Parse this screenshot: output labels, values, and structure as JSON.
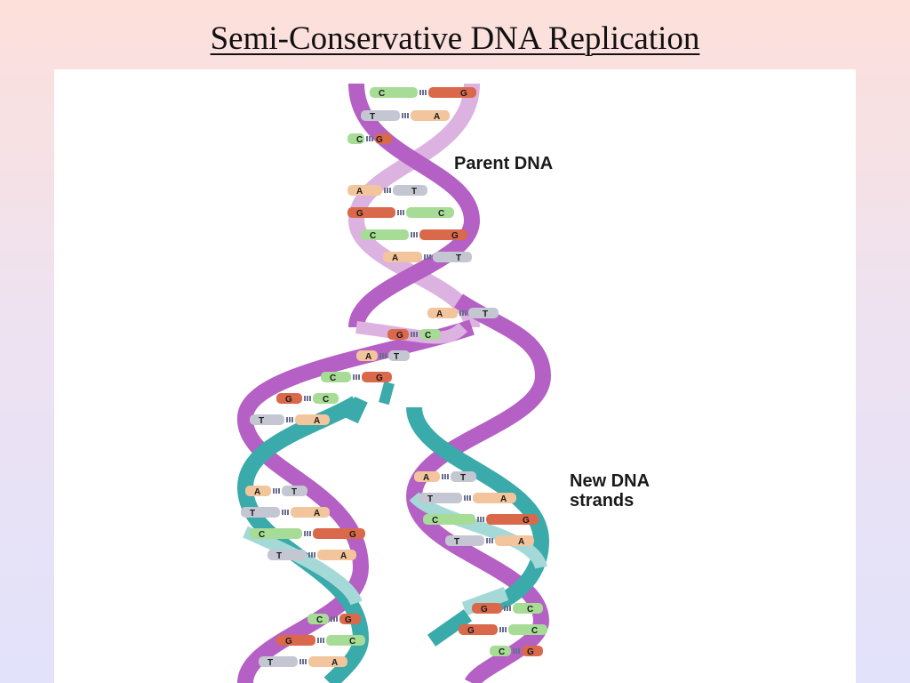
{
  "slide": {
    "title": "Semi-Conservative DNA Replication"
  },
  "diagram": {
    "label_parent": "Parent DNA",
    "label_new_line1": "New DNA",
    "label_new_line2": "strands",
    "colors": {
      "parent_strand": "#b460c4",
      "parent_strand_light": "#dcb2e0",
      "new_strand": "#3aaaab",
      "new_strand_light": "#a4d9d8",
      "base_C": "#a7dc96",
      "base_G": "#d9694a",
      "base_T": "#c4c6d2",
      "base_A": "#f2c59c",
      "hbond": "#6a6f8f"
    },
    "parent_pairs": [
      [
        "C",
        "G"
      ],
      [
        "T",
        "A"
      ],
      [
        "C",
        "G"
      ],
      [
        "A",
        "T"
      ],
      [
        "G",
        "C"
      ],
      [
        "C",
        "G"
      ],
      [
        "A",
        "T"
      ]
    ],
    "fork_pairs": [
      [
        "A",
        "T"
      ],
      [
        "G",
        "C"
      ],
      [
        "A",
        "T"
      ],
      [
        "C",
        "G"
      ],
      [
        "G",
        "C"
      ],
      [
        "T",
        "A"
      ]
    ],
    "left_daughter_pairs": [
      [
        "A",
        "T"
      ],
      [
        "T",
        "A"
      ],
      [
        "C",
        "G"
      ],
      [
        "T",
        "A"
      ],
      [
        "C",
        "G"
      ],
      [
        "G",
        "C"
      ],
      [
        "T",
        "A"
      ]
    ],
    "right_daughter_pairs": [
      [
        "A",
        "T"
      ],
      [
        "T",
        "A"
      ],
      [
        "C",
        "G"
      ],
      [
        "T",
        "A"
      ],
      [
        "G",
        "C"
      ],
      [
        "G",
        "C"
      ],
      [
        "C",
        "G"
      ]
    ]
  }
}
